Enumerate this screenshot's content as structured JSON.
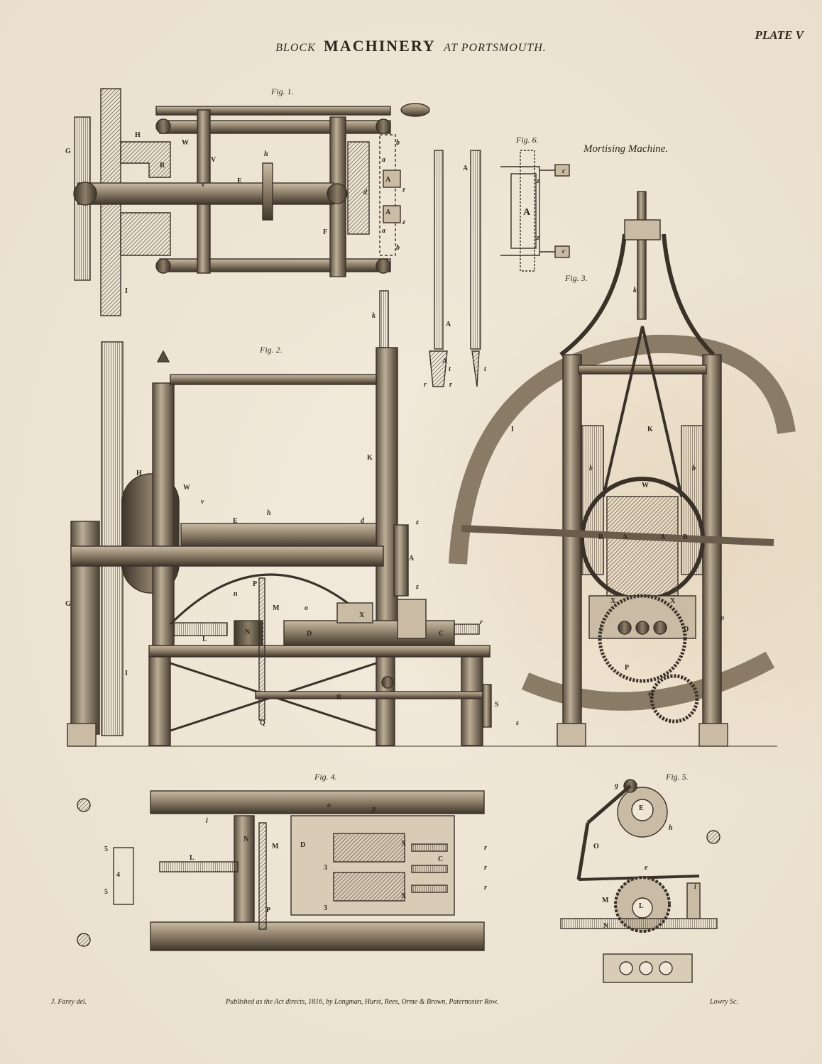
{
  "header": {
    "title_pre": "BLOCK",
    "title_main": "MACHINERY",
    "title_post": "AT PORTSMOUTH.",
    "plate": "PLATE V"
  },
  "captions": {
    "mortising": "Mortising Machine."
  },
  "figures": {
    "fig1": "Fig. 1.",
    "fig2": "Fig. 2.",
    "fig3": "Fig. 3.",
    "fig4": "Fig. 4.",
    "fig5": "Fig. 5.",
    "fig6": "Fig. 6."
  },
  "footer": {
    "draughtsman": "J. Farey del.",
    "publisher": "Published as the Act directs, 1816, by Longman, Hurst, Rees, Orme & Brown, Paternoster Row.",
    "engraver": "Lowry Sc."
  },
  "labels": {
    "fig1": [
      "G",
      "H",
      "R",
      "W",
      "V",
      "h",
      "E",
      "v",
      "F",
      "d",
      "b",
      "a",
      "A",
      "A",
      "z",
      "z",
      "a",
      "b",
      "I"
    ],
    "fig2": [
      "k",
      "K",
      "H",
      "W",
      "v",
      "E",
      "h",
      "d",
      "z",
      "A",
      "z",
      "G",
      "P",
      "n",
      "M",
      "o",
      "X",
      "N",
      "L",
      "D",
      "C",
      "r",
      "I",
      "R",
      "Q",
      "S",
      "s"
    ],
    "fig3": [
      "k",
      "I",
      "K",
      "W",
      "B",
      "A",
      "A",
      "B",
      "X",
      "X",
      "C",
      "D",
      "P",
      "Q",
      "p",
      "b",
      "b"
    ],
    "fig4": [
      "o",
      "p",
      "i",
      "N",
      "M",
      "D",
      "L",
      "X",
      "C",
      "X",
      "r",
      "r",
      "r",
      "P",
      "3",
      "3",
      "4",
      "5",
      "5"
    ],
    "fig5": [
      "g",
      "E",
      "h",
      "O",
      "e",
      "i",
      "M",
      "L",
      "N"
    ],
    "fig6": [
      "c",
      "A",
      "z",
      "z",
      "c"
    ],
    "tools": [
      "A",
      "A",
      "A",
      "t",
      "t",
      "r",
      "r"
    ]
  }
}
